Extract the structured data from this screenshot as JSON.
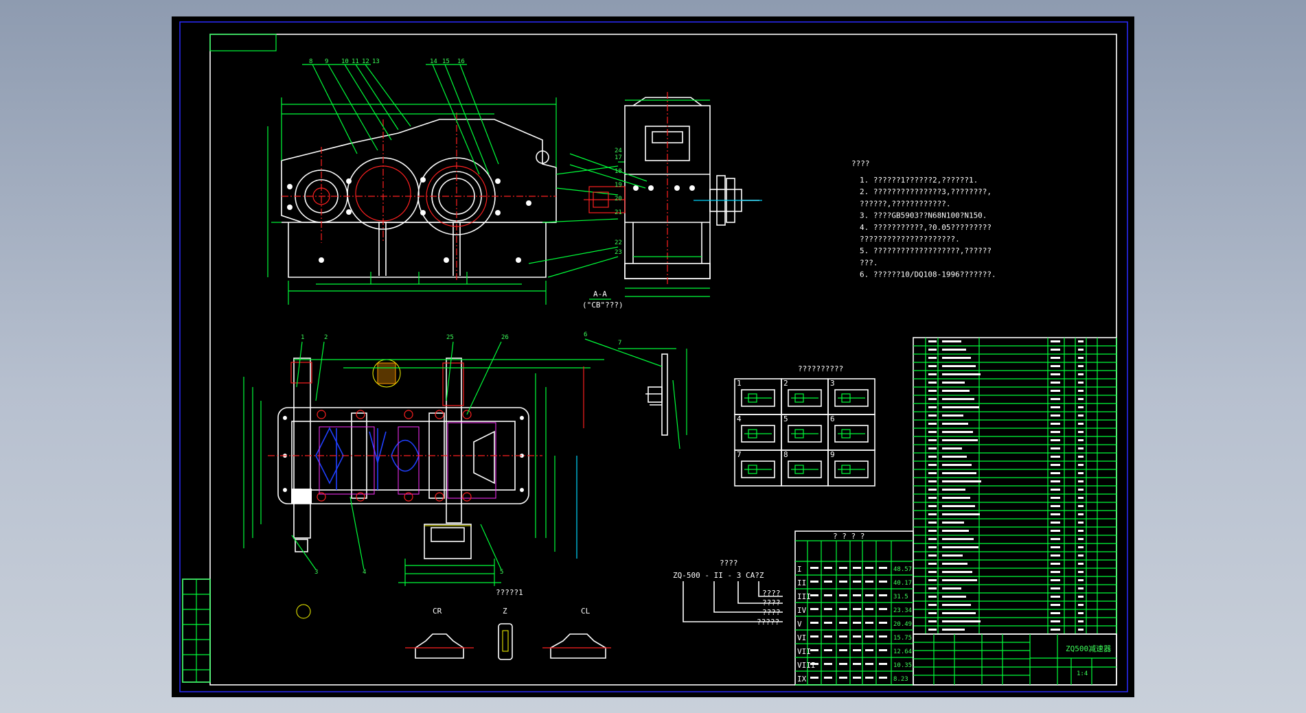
{
  "notes": {
    "title": "????",
    "lines": [
      "1.  ??????1??????2,??????1.",
      "2.  ???????????????3,????????,",
      "     ??????,????????????.",
      "3.  ????GB5903??N68N100?N150.",
      "4.  ???????????,?0.05?????????",
      "     ?????????????????????.",
      "5.  ???????????????????,??????",
      "     ???.",
      "6.  ??????10/DQ108-1996???????."
    ]
  },
  "section_label": "A-A",
  "section_sub": "(\"CB\"???)",
  "assembly_title": "??????????",
  "assembly_nums": [
    "1",
    "2",
    "3",
    "4",
    "5",
    "6",
    "7",
    "8",
    "9"
  ],
  "model": {
    "heading": "????",
    "code": "ZQ-500 - II - 3 CA?Z",
    "labels": [
      "????",
      "????",
      "????",
      "?????"
    ]
  },
  "detail_label": "?????1",
  "views": [
    "CR",
    "Z",
    "CL"
  ],
  "ratio_table": {
    "title": "? ? ? ?",
    "roman": [
      "I",
      "II",
      "III",
      "IV",
      "V",
      "VI",
      "VII",
      "VIII",
      "IX"
    ],
    "iu": [
      "48.57",
      "40.17",
      "31.5",
      "23.34",
      "20.49",
      "15.75",
      "12.64",
      "10.35",
      "8.23"
    ]
  },
  "title_block": {
    "name": "ZQ500减速器",
    "scale": "1:4"
  },
  "leader_numbers": [
    "8",
    "9",
    "10",
    "11",
    "12",
    "13",
    "14",
    "15",
    "16",
    "17",
    "18",
    "19",
    "20",
    "21",
    "22",
    "23",
    "24",
    "25",
    "26",
    "1",
    "2",
    "3",
    "4",
    "5",
    "6",
    "7"
  ]
}
